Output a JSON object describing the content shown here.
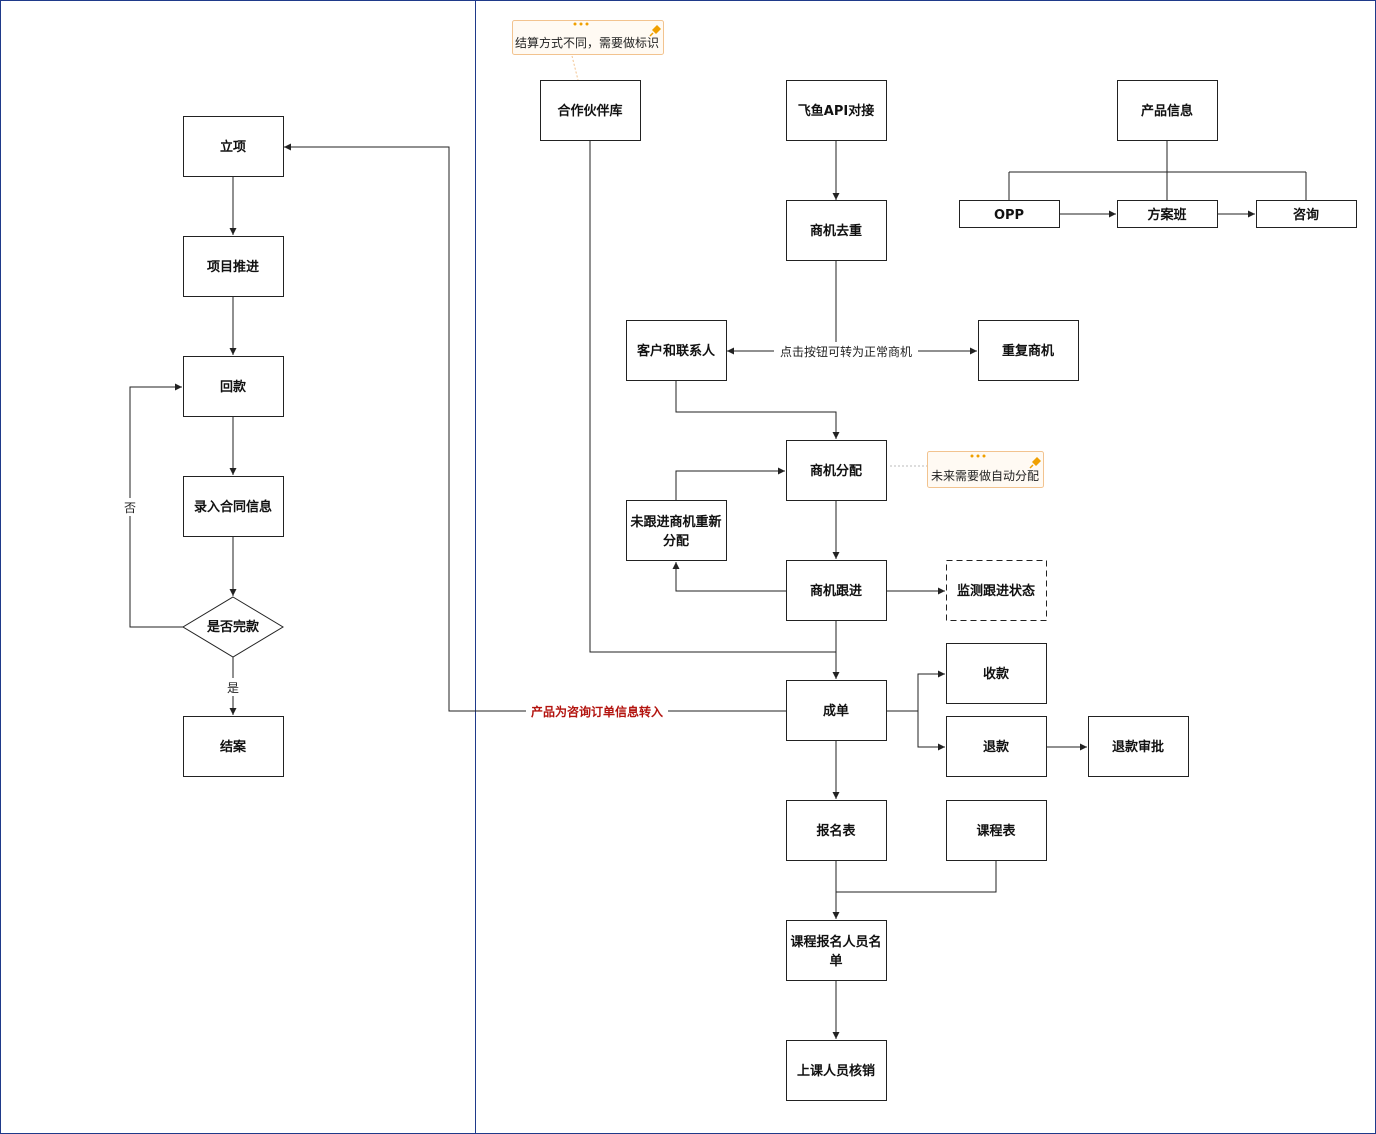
{
  "colors": {
    "frame": "#1f3a8a",
    "node_border": "#222222",
    "accent_red": "#b3140f",
    "note_border": "#f2c38f",
    "note_fill": "#fffaf3",
    "pin": "#f0a000"
  },
  "left_flow": {
    "lixiang": "立项",
    "tuijin": "项目推进",
    "huikuan": "回款",
    "luru": "录入合同信息",
    "shifou": "是否完款",
    "jiean": "结案",
    "label_no": "否",
    "label_yes": "是"
  },
  "right_flow": {
    "hezuo": "合作伙伴库",
    "feiyu": "飞鱼API对接",
    "chanpin": "产品信息",
    "opp": "OPP",
    "fangan": "方案班",
    "zixun": "咨询",
    "quchong": "商机去重",
    "kehu": "客户和联系人",
    "chongfu": "重复商机",
    "fenpei": "商机分配",
    "weigenjin_1": "未跟进商机重新",
    "weigenjin_2": "分配",
    "genjin": "商机跟进",
    "jiance": "监测跟进状态",
    "chengdan": "成单",
    "shoukuan": "收款",
    "tuikuan": "退款",
    "shenpi": "退款审批",
    "baoming": "报名表",
    "kecheng": "课程表",
    "mingdan_1": "课程报名人员名",
    "mingdan_2": "单",
    "hexiao": "上课人员核销",
    "label_dianji": "点击按钮可转为正常商机",
    "label_zhuanru": "产品为咨询订单信息转入"
  },
  "notes": {
    "jiesuan": "结算方式不同，需要做标识",
    "zidong": "未来需要做自动分配"
  }
}
